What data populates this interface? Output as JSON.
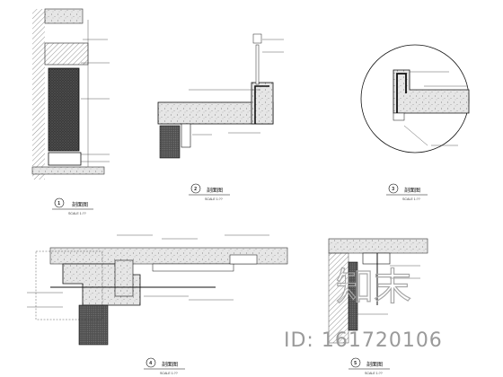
{
  "views": [
    {
      "id": "section-1",
      "number": "1",
      "title": "剖面图",
      "scale": "SCALE 1:??",
      "labels": [
        "",
        "",
        "",
        "",
        "",
        "",
        ""
      ]
    },
    {
      "id": "section-2",
      "number": "2",
      "title": "剖面图",
      "scale": "SCALE 1:??",
      "labels": [
        "",
        "",
        "",
        "",
        "",
        "",
        ""
      ]
    },
    {
      "id": "section-3",
      "number": "3",
      "title": "剖面图",
      "scale": "SCALE 1:??",
      "labels": [
        "",
        "",
        "",
        "",
        "",
        ""
      ]
    },
    {
      "id": "section-4",
      "number": "4",
      "title": "剖面图",
      "scale": "SCALE 1:??",
      "labels": [
        "",
        "",
        "",
        "",
        "",
        "",
        "",
        "",
        "",
        ""
      ]
    },
    {
      "id": "section-5",
      "number": "5",
      "title": "剖面图",
      "scale": "SCALE 1:??",
      "labels": [
        "",
        "",
        "",
        "",
        "",
        ""
      ]
    }
  ],
  "watermark": {
    "logo_text": "知末",
    "id_text": "ID: 161720106"
  }
}
